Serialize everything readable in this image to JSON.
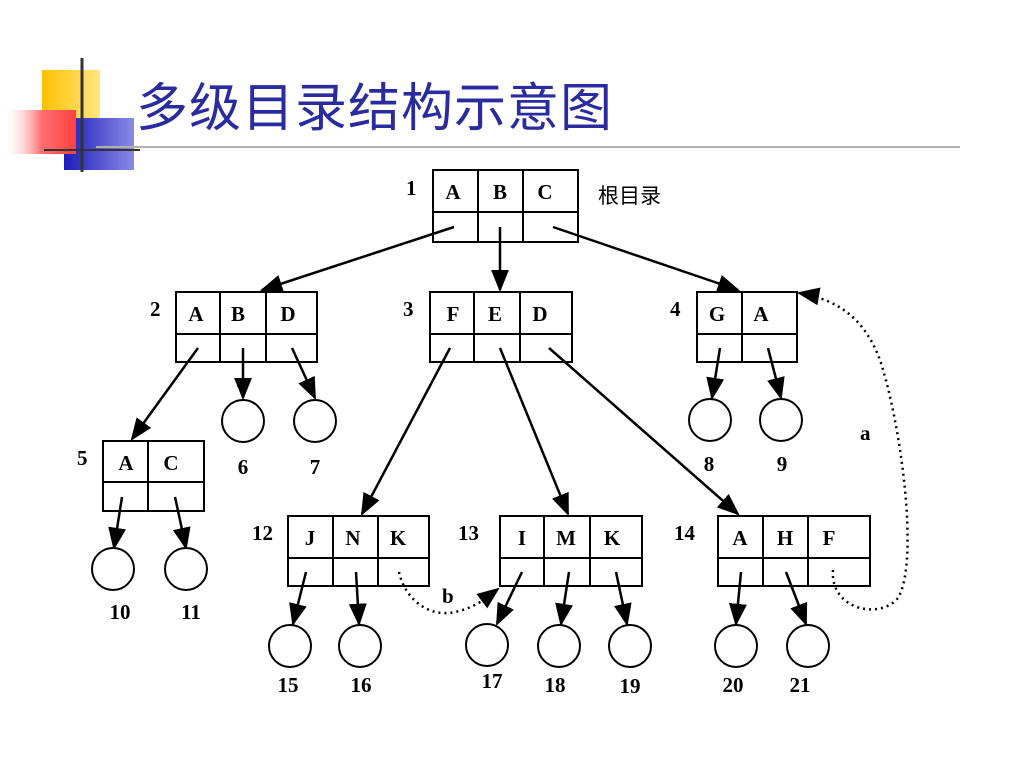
{
  "title": "多级目录结构示意图",
  "colors": {
    "title": "#2B2BA0",
    "deco_yellow": "#FFD21F",
    "deco_blue": "#2424C8",
    "deco_red": "#FF5050"
  },
  "directories": [
    {
      "number": "1",
      "entries": [
        "A",
        "B",
        "C"
      ],
      "caption": "根目录"
    },
    {
      "number": "2",
      "entries": [
        "A",
        "B",
        "D"
      ]
    },
    {
      "number": "3",
      "entries": [
        "F",
        "E",
        "D"
      ]
    },
    {
      "number": "4",
      "entries": [
        "G",
        "A"
      ]
    },
    {
      "number": "5",
      "entries": [
        "A",
        "C"
      ]
    },
    {
      "number": "12",
      "entries": [
        "J",
        "N",
        "K"
      ]
    },
    {
      "number": "13",
      "entries": [
        "I",
        "M",
        "K"
      ]
    },
    {
      "number": "14",
      "entries": [
        "A",
        "H",
        "F"
      ]
    }
  ],
  "files": [
    "6",
    "7",
    "8",
    "9",
    "10",
    "11",
    "15",
    "16",
    "17",
    "18",
    "19",
    "20",
    "21"
  ],
  "links": [
    {
      "label": "a",
      "from": "14",
      "to": "4"
    },
    {
      "label": "b",
      "from": "12",
      "to": "13"
    }
  ]
}
